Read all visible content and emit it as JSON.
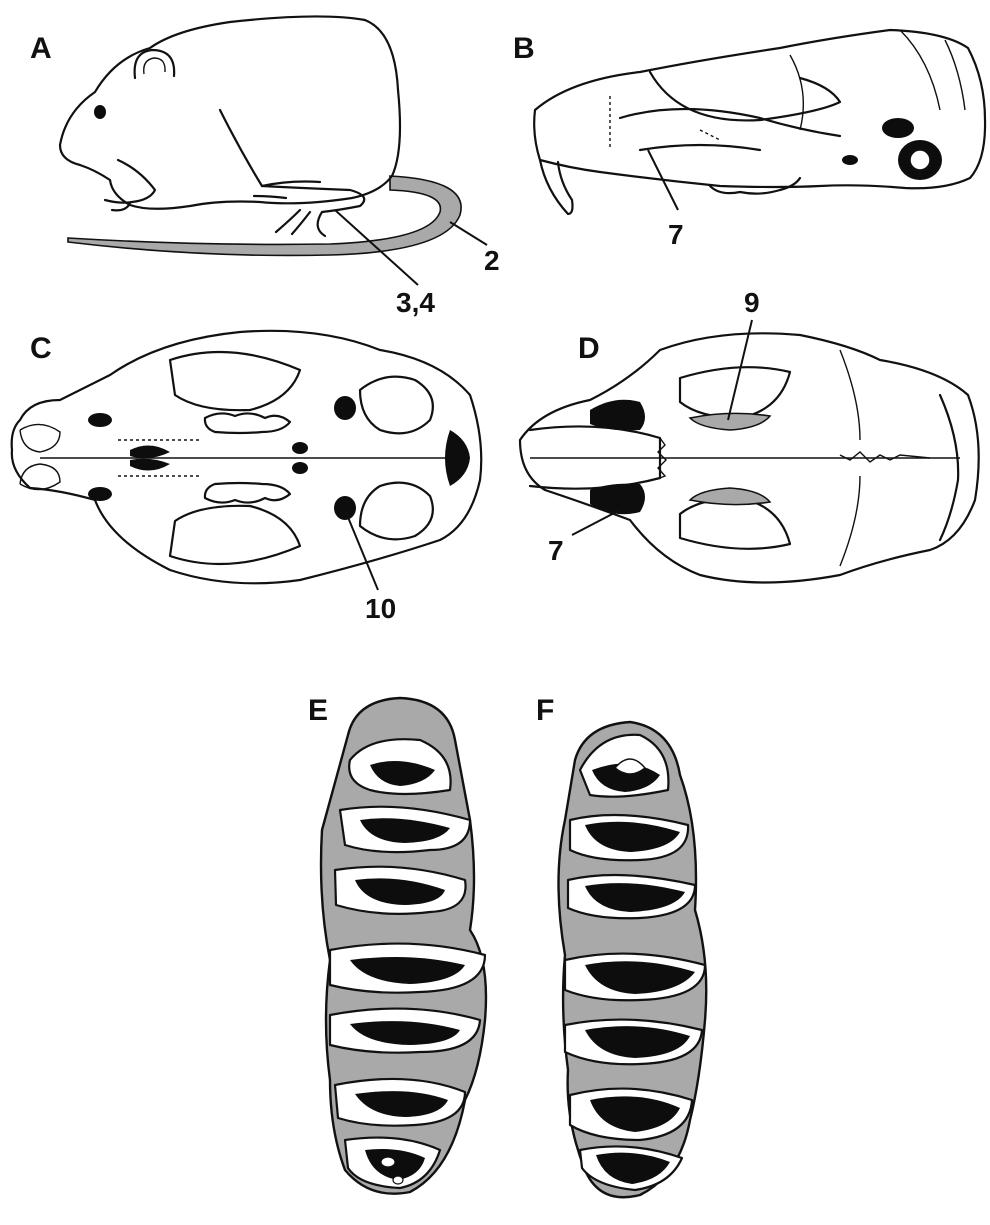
{
  "colors": {
    "line": "#111111",
    "gray": "#a9a9a9",
    "black": "#0d0d0d",
    "background": "#ffffff"
  },
  "panels": {
    "a": "A",
    "b": "B",
    "c": "C",
    "d": "D",
    "e": "E",
    "f": "F"
  },
  "callouts": {
    "tail": "2",
    "hindfoot": "3,4",
    "skull_side": "7",
    "skull_top_left": "9",
    "skull_top_bottom": "7",
    "skull_bottom": "10"
  }
}
